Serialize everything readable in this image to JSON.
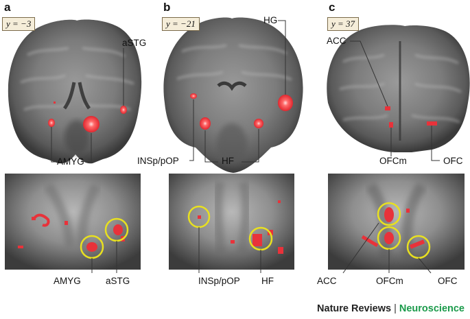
{
  "panels": [
    {
      "letter": "a",
      "coord": "y = −3"
    },
    {
      "letter": "b",
      "coord": "y = −21"
    },
    {
      "letter": "c",
      "coord": "y = 37"
    }
  ],
  "labels": {
    "a_astg_top": "aSTG",
    "a_amyg_top": "AMYG",
    "a_amyg_bottom": "AMYG",
    "a_astg_bottom": "aSTG",
    "b_hg": "HG",
    "b_insp_top": "INSp/pOP",
    "b_hf_top": "HF",
    "b_insp_bottom": "INSp/pOP",
    "b_hf_bottom": "HF",
    "c_acc_top": "ACC",
    "c_ofcm_top": "OFCm",
    "c_ofc_top": "OFC",
    "c_acc_bottom": "ACC",
    "c_ofcm_bottom": "OFCm",
    "c_ofc_bottom": "OFC"
  },
  "footer": {
    "journal": "Nature Reviews",
    "separator": "|",
    "section": "Neuroscience"
  },
  "colors": {
    "activation": "#e8323a",
    "highlight_circle": "#e8e020",
    "journal_green": "#1a9a4a",
    "label_box": "#f5edd9"
  }
}
